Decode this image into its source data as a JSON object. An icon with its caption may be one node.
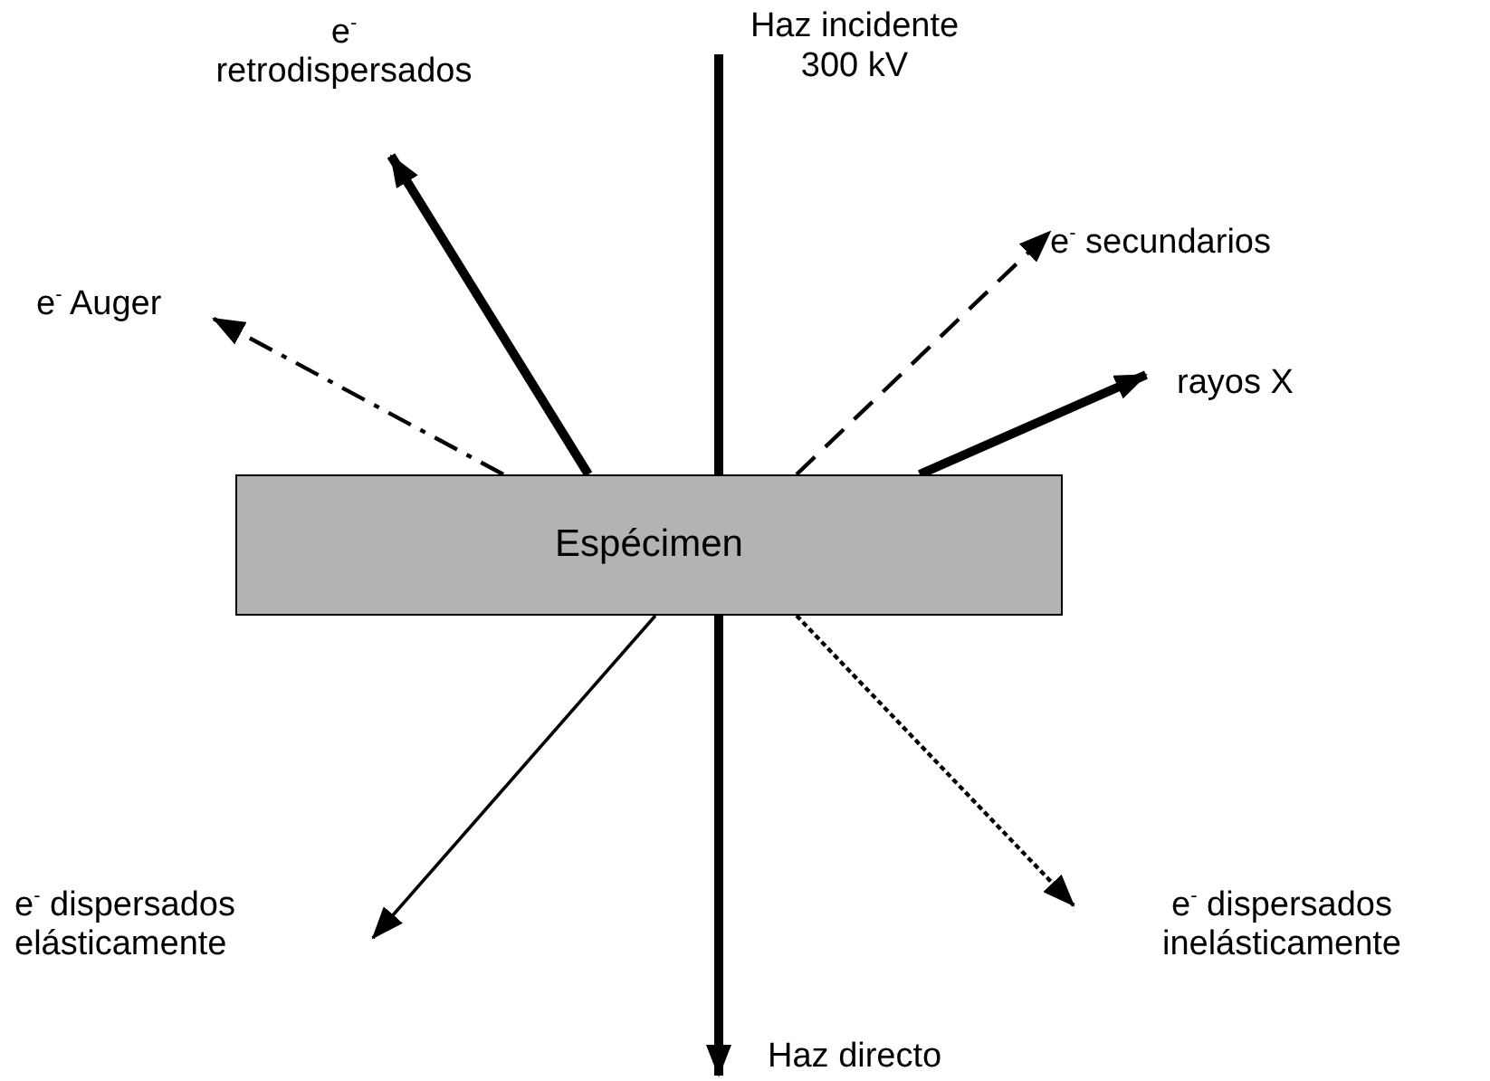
{
  "diagram": {
    "nodes": [
      {
        "text": [
          "Espécimen"
        ]
      },
      {
        "text": [
          "e$^{-}$ retrodispersados"
        ]
      },
      {
        "text": [
          "e$^{-}$ Auger"
        ]
      },
      {
        "text": [
          "Haz incidente 300 kV"
        ]
      },
      {
        "text": [
          "e$^{-}$ secundarios"
        ]
      },
      {
        "text": [
          "rayos X"
        ]
      },
      {
        "text": [
          "e$^{-}$ dispersados elásticamente"
        ]
      },
      {
        "text": [
          "e$^{-}$ dispersados inelásticamente"
        ]
      },
      {
        "text": [
          "Haz directo"
        ]
      }
    ],
    "edges": [
      {
        "from": 0,
        "to": 1,
        "arrow": "to",
        "style": "thick"
      },
      {
        "from": 0,
        "to": 2,
        "arrow": "to",
        "style": "dashed"
      },
      {
        "from": 3,
        "to": 0,
        "arrow": "none",
        "style": "thick"
      },
      {
        "from": 0,
        "to": 4,
        "arrow": "to",
        "style": "dashed"
      },
      {
        "from": 0,
        "to": 5,
        "arrow": "to",
        "style": "thick"
      },
      {
        "from": 0,
        "to": 6,
        "arrow": "to"
      },
      {
        "from": 0,
        "to": 7,
        "arrow": "to",
        "style": "dashed"
      },
      {
        "from": 0,
        "to": 8,
        "arrow": "to",
        "style": "thick"
      }
    ]
  }
}
